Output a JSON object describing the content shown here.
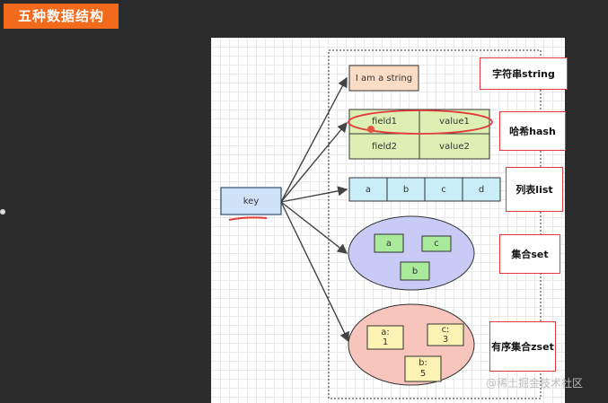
{
  "header": {
    "title": "五种数据结构"
  },
  "diagram": {
    "key_label": "key",
    "string": {
      "value": "I am a string",
      "type_label": "字符串string"
    },
    "hash": {
      "fields": [
        {
          "field": "field1",
          "value": "value1"
        },
        {
          "field": "field2",
          "value": "value2"
        }
      ],
      "type_label": "哈希hash"
    },
    "list": {
      "items": [
        "a",
        "b",
        "c",
        "d"
      ],
      "type_label": "列表list"
    },
    "set": {
      "items": [
        "a",
        "c",
        "b"
      ],
      "type_label": "集合set"
    },
    "zset": {
      "items": [
        {
          "member": "a:",
          "score": "1"
        },
        {
          "member": "c:",
          "score": "3"
        },
        {
          "member": "b:",
          "score": "5"
        }
      ],
      "type_label": "有序集合zset"
    }
  },
  "watermark": "@稀土掘金技术社区",
  "colors": {
    "title_bg": "#f26b1d",
    "key_fill": "#cfe2f7",
    "string_fill": "#fbdcc4",
    "hash_fill": "#dcf0b4",
    "list_fill": "#c9eef7",
    "set_fill": "#c9cbf7",
    "set_item_fill": "#a9eb9a",
    "zset_fill": "#f8c5bd",
    "zset_item_fill": "#fbf3b3",
    "annotation_red": "#e23a3a"
  }
}
